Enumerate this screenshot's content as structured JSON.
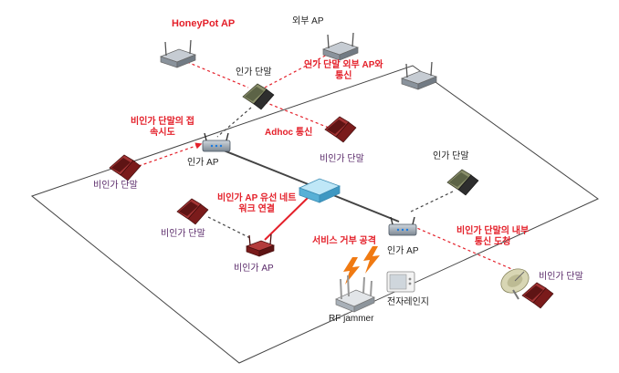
{
  "labels": {
    "honeypot_ap": "HoneyPot AP",
    "external_ap": "외부 AP",
    "auth_terminal_top": "인가 단말",
    "auth_ext_comm": "인가 단말 외부 AP와\n통신",
    "unauth_access_try": "비인가 단말의 접\n속시도",
    "adhoc": "Adhoc 통신",
    "unauth_terminal_mid": "비인가 단말",
    "auth_ap_left": "인가 AP",
    "unauth_terminal_left": "비인가 단말",
    "auth_terminal_right": "인가 단말",
    "unauth_ap_wired": "비인가 AP 유선 네트\n워크 연결",
    "unauth_terminal_lower": "비인가 단말",
    "unauth_ap": "비인가 AP",
    "dos_attack": "서비스 거부 공격",
    "auth_ap_right": "인가 AP",
    "unauth_inner_intercept": "비인가 단말의 내부\n통신 도청",
    "unauth_terminal_outside": "비인가 단말",
    "rf_jammer": "RF jammer",
    "microwave": "전자레인지"
  },
  "colors": {
    "alert_red": "#e4202a",
    "device_purple_label": "#5a2a6a",
    "switch_blue": "#6fc3e6",
    "unauth_device": "#7a1b1b"
  },
  "icons": [
    "ap-icon",
    "laptop-icon",
    "switch-icon",
    "jammer-icon",
    "lightning-icon",
    "microwave-icon",
    "satellite-dish-icon"
  ]
}
